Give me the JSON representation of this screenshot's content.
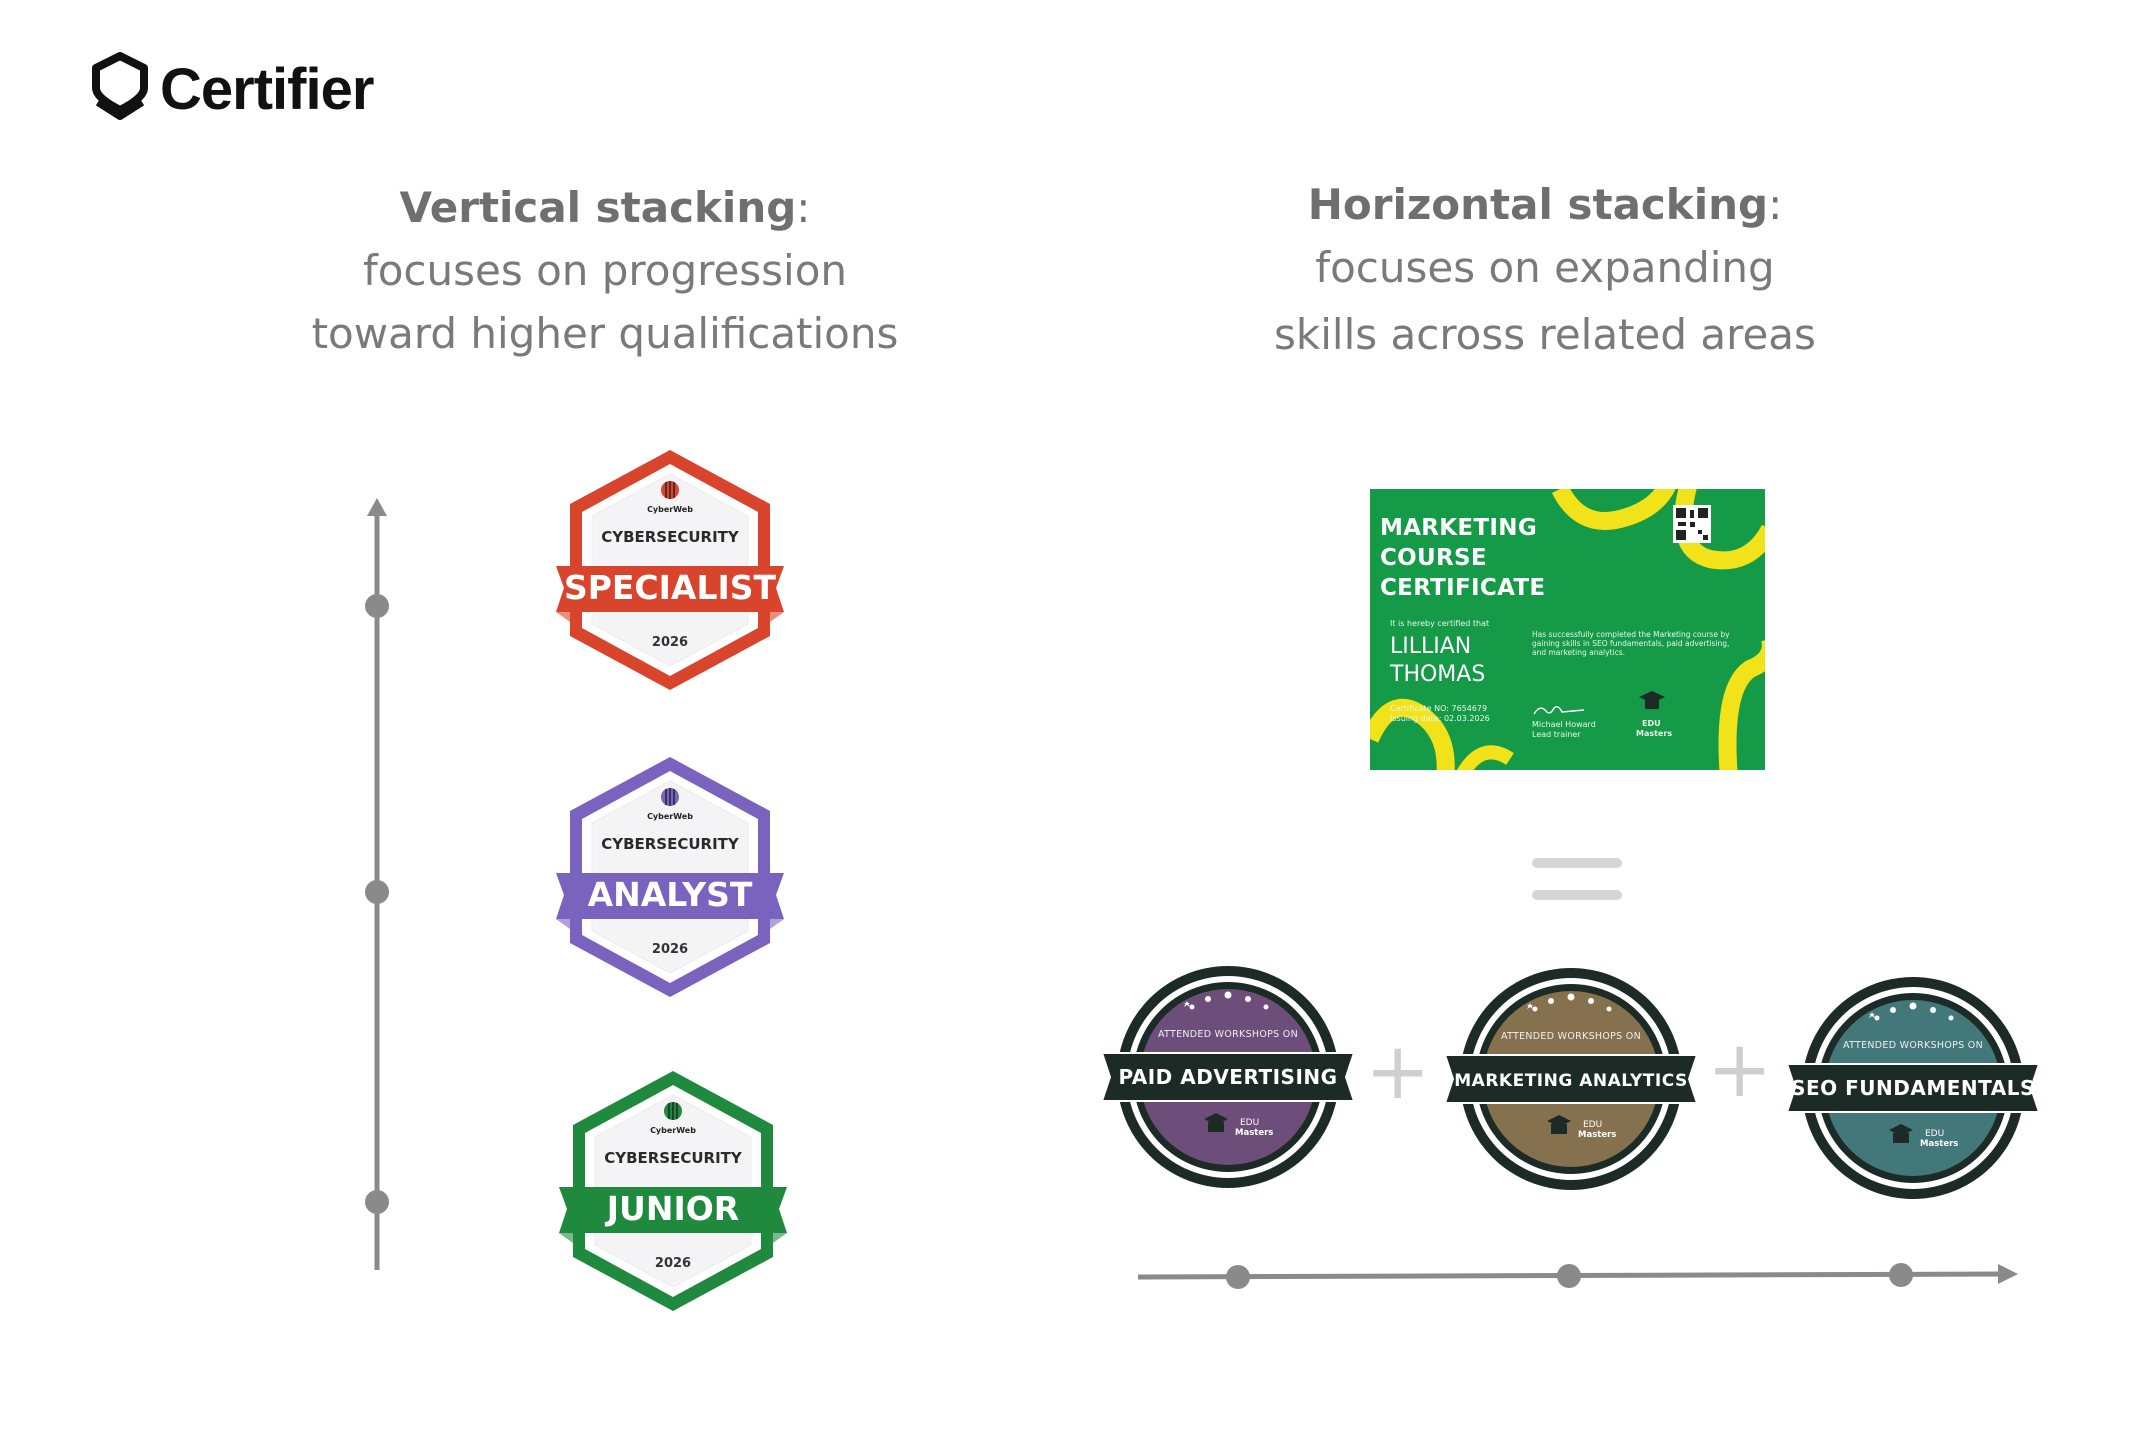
{
  "brand": {
    "name": "Certifier"
  },
  "vertical": {
    "title": "Vertical stacking",
    "colon": ":",
    "line1": "focuses on progression",
    "line2": "toward higher qualifications",
    "badges": [
      {
        "org": "CyberWeb",
        "field": "CYBERSECURITY",
        "level": "SPECIALIST",
        "year": "2026",
        "color": "#d9452c"
      },
      {
        "org": "CyberWeb",
        "field": "CYBERSECURITY",
        "level": "ANALYST",
        "year": "2026",
        "color": "#7a62bf"
      },
      {
        "org": "CyberWeb",
        "field": "CYBERSECURITY",
        "level": "JUNIOR",
        "year": "2026",
        "color": "#1f8a3e"
      }
    ]
  },
  "horizontal": {
    "title": "Horizontal stacking",
    "colon": ":",
    "line1": "focuses on expanding",
    "line2": "skills across related areas",
    "certificate": {
      "title": "MARKETING\nCOURSE\nCERTIFICATE",
      "certified_text": "It is hereby certified that",
      "recipient": "LILLIAN\nTHOMAS",
      "description": "Has successfully completed the Marketing course by gaining skills in SEO fundamentals, paid advertising, and marketing analytics.",
      "cert_no": "Certificate NO: 7654679",
      "issuing_date": "Issuing date: 02.03.2026",
      "signer_name": "Michael Howard",
      "signer_role": "Lead trainer",
      "issuer_line1": "EDU",
      "issuer_line2": "Masters",
      "color": "#159a48"
    },
    "plus_sign": "+",
    "badges": [
      {
        "top": "ATTENDED WORKSHOPS ON",
        "topic": "PAID ADVERTISING",
        "issuer1": "EDU",
        "issuer2": "Masters",
        "color": "#6d4e7a"
      },
      {
        "top": "ATTENDED WORKSHOPS ON",
        "topic": "MARKETING ANALYTICS",
        "issuer1": "EDU",
        "issuer2": "Masters",
        "color": "#86714f"
      },
      {
        "top": "ATTENDED WORKSHOPS ON",
        "topic": "SEO FUNDAMENTALS",
        "issuer1": "EDU",
        "issuer2": "Masters",
        "color": "#43787a"
      }
    ]
  },
  "colors": {
    "axis": "#8a8a8a",
    "heading": "#6f6f6f",
    "plus": "#cfcfcf",
    "ribbon": "#1c2b26"
  }
}
